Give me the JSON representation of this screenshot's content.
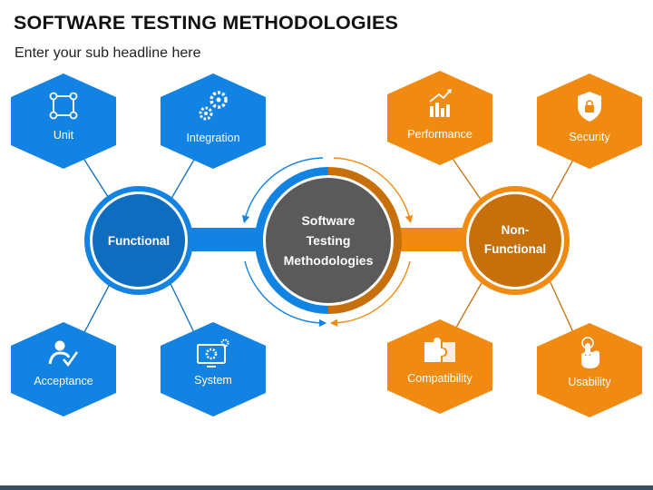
{
  "title": "SOFTWARE TESTING METHODOLOGIES",
  "subtitle": "Enter your sub headline here",
  "center": {
    "lines": [
      "Software",
      "Testing",
      "Methodologies"
    ]
  },
  "functional": {
    "hub_label": "Functional",
    "color": "#0E6DBF",
    "hex_color": "#1283E3",
    "items": [
      {
        "label": "Unit",
        "icon": "nodes-network-icon"
      },
      {
        "label": "Integration",
        "icon": "gears-icon"
      },
      {
        "label": "Acceptance",
        "icon": "user-check-icon"
      },
      {
        "label": "System",
        "icon": "monitor-gear-icon"
      }
    ]
  },
  "non_functional": {
    "hub_label_lines": [
      "Non-",
      "Functional"
    ],
    "color": "#C76F0A",
    "hex_color": "#F08A10",
    "items": [
      {
        "label": "Performance",
        "icon": "bar-chart-growth-icon"
      },
      {
        "label": "Security",
        "icon": "shield-lock-icon"
      },
      {
        "label": "Compatibility",
        "icon": "puzzle-icon"
      },
      {
        "label": "Usability",
        "icon": "hand-touch-icon"
      }
    ]
  }
}
